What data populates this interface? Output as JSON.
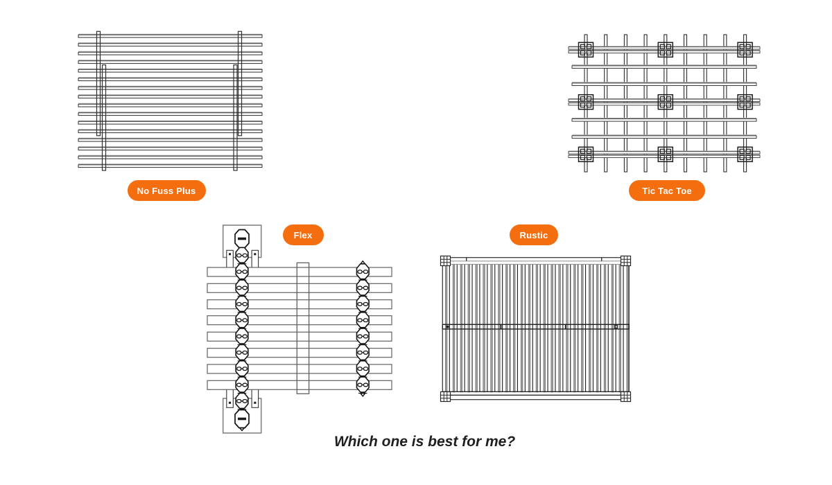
{
  "page": {
    "caption": "Which one is best for me?",
    "background": "#ffffff"
  },
  "colors": {
    "accent": "#f46e0f",
    "badge_text": "#ffffff",
    "line_dark": "#1f1f1f",
    "line_gray": "#9c9c9c"
  },
  "designs": [
    {
      "id": "no-fuss-plus",
      "label": "No Fuss Plus"
    },
    {
      "id": "tic-tac-toe",
      "label": "Tic Tac Toe"
    },
    {
      "id": "flex",
      "label": "Flex"
    },
    {
      "id": "rustic",
      "label": "Rustic"
    }
  ]
}
